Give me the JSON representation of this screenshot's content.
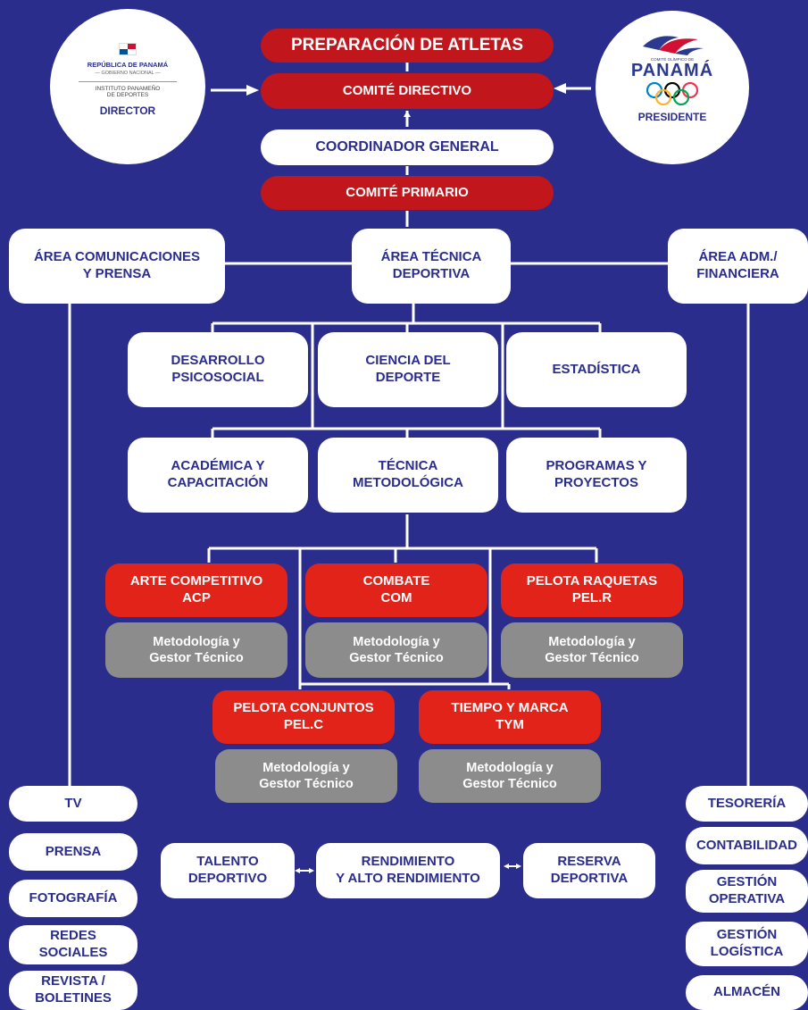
{
  "header": {
    "preparacion": "PREPARACIÓN DE ATLETAS",
    "comite_directivo": "COMITÉ DIRECTIVO",
    "coordinador": "COORDINADOR GENERAL",
    "comite_primario": "COMITÉ PRIMARIO"
  },
  "left_logo": {
    "republica": "REPÚBLICA DE PANAMÁ",
    "gobierno": "— GOBIERNO NACIONAL —",
    "instituto": "INSTITUTO PANAMEÑO\nDE DEPORTES",
    "role": "DIRECTOR"
  },
  "right_logo": {
    "comite": "COMITÉ OLÍMPICO DE",
    "pais": "PANAMÁ",
    "role": "PRESIDENTE"
  },
  "areas": {
    "comunicaciones": "ÁREA COMUNICACIONES\nY PRENSA",
    "tecnica": "ÁREA TÉCNICA\nDEPORTIVA",
    "financiera": "ÁREA ADM./\nFINANCIERA"
  },
  "tecnica_units": {
    "desarrollo": "DESARROLLO\nPSICOSOCIAL",
    "ciencia": "CIENCIA DEL\nDEPORTE",
    "estadistica": "ESTADÍSTICA",
    "academica": "ACADÉMICA Y\nCAPACITACIÓN",
    "metodologica": "TÉCNICA\nMETODOLÓGICA",
    "programas": "PROGRAMAS Y\nPROYECTOS"
  },
  "groups": [
    {
      "name": "ARTE COMPETITIVO\nACP",
      "sub": "Metodología y\nGestor Técnico"
    },
    {
      "name": "COMBATE\nCOM",
      "sub": "Metodología y\nGestor Técnico"
    },
    {
      "name": "PELOTA RAQUETAS\nPEL.R",
      "sub": "Metodología y\nGestor Técnico"
    },
    {
      "name": "PELOTA CONJUNTOS\nPEL.C",
      "sub": "Metodología y\nGestor Técnico"
    },
    {
      "name": "TIEMPO Y MARCA\nTYM",
      "sub": "Metodología y\nGestor Técnico"
    }
  ],
  "pipeline": {
    "talento": "TALENTO\nDEPORTIVO",
    "rendimiento": "RENDIMIENTO\nY ALTO RENDIMIENTO",
    "reserva": "RESERVA\nDEPORTIVA"
  },
  "comunicaciones_items": [
    "TV",
    "PRENSA",
    "FOTOGRAFÍA",
    "REDES\nSOCIALES",
    "REVISTA /\nBOLETINES"
  ],
  "financiera_items": [
    "TESORERÍA",
    "CONTABILIDAD",
    "GESTIÓN\nOPERATIVA",
    "GESTIÓN\nLOGÍSTICA",
    "ALMACÉN"
  ],
  "colors": {
    "background": "#2b2d8c",
    "dark_red": "#c0161c",
    "red": "#e2231a",
    "gray": "#8c8c8c",
    "text_blue": "#2b2d8c"
  }
}
